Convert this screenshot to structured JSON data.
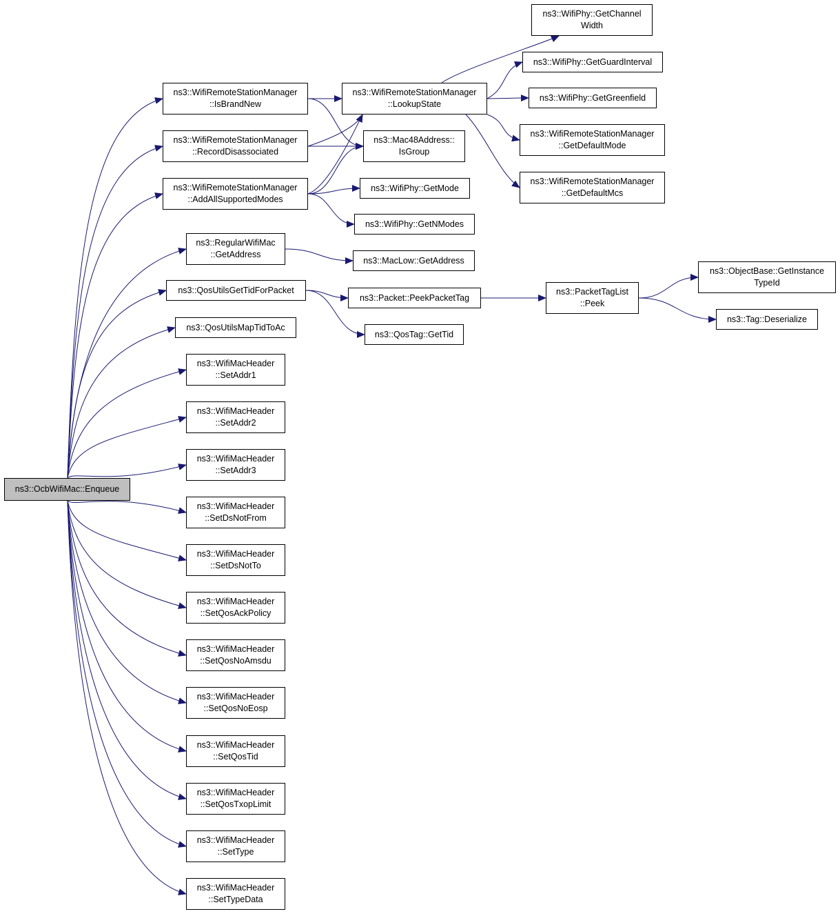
{
  "graph": {
    "colors": {
      "edge": "#191970",
      "root_fill": "#bfbfbf",
      "node_fill": "#ffffff",
      "border": "#000000"
    },
    "nodes": [
      {
        "id": "enqueue",
        "lines": [
          "ns3::OcbWifiMac::Enqueue"
        ],
        "root": true
      },
      {
        "id": "isbrandnew",
        "lines": [
          "ns3::WifiRemoteStationManager",
          "::IsBrandNew"
        ]
      },
      {
        "id": "recorddisassoc",
        "lines": [
          "ns3::WifiRemoteStationManager",
          "::RecordDisassociated"
        ]
      },
      {
        "id": "addallsupported",
        "lines": [
          "ns3::WifiRemoteStationManager",
          "::AddAllSupportedModes"
        ]
      },
      {
        "id": "lookupstate",
        "lines": [
          "ns3::WifiRemoteStationManager",
          "::LookupState"
        ]
      },
      {
        "id": "isgroup",
        "lines": [
          "ns3::Mac48Address::",
          "IsGroup"
        ]
      },
      {
        "id": "getchannelwidth",
        "lines": [
          "ns3::WifiPhy::GetChannel",
          "Width"
        ]
      },
      {
        "id": "getguardinterval",
        "lines": [
          "ns3::WifiPhy::GetGuardInterval"
        ]
      },
      {
        "id": "getgreenfield",
        "lines": [
          "ns3::WifiPhy::GetGreenfield"
        ]
      },
      {
        "id": "getdefaultmode",
        "lines": [
          "ns3::WifiRemoteStationManager",
          "::GetDefaultMode"
        ]
      },
      {
        "id": "getdefaultmcs",
        "lines": [
          "ns3::WifiRemoteStationManager",
          "::GetDefaultMcs"
        ]
      },
      {
        "id": "getmode",
        "lines": [
          "ns3::WifiPhy::GetMode"
        ]
      },
      {
        "id": "getnmodes",
        "lines": [
          "ns3::WifiPhy::GetNModes"
        ]
      },
      {
        "id": "regulargetaddress",
        "lines": [
          "ns3::RegularWifiMac",
          "::GetAddress"
        ]
      },
      {
        "id": "maclowgetaddress",
        "lines": [
          "ns3::MacLow::GetAddress"
        ]
      },
      {
        "id": "qosgettid",
        "lines": [
          "ns3::QosUtilsGetTidForPacket"
        ]
      },
      {
        "id": "peekpackettag",
        "lines": [
          "ns3::Packet::PeekPacketTag"
        ]
      },
      {
        "id": "packettaglistpeek",
        "lines": [
          "ns3::PacketTagList",
          "::Peek"
        ]
      },
      {
        "id": "getinstancetypeid",
        "lines": [
          "ns3::ObjectBase::GetInstance",
          "TypeId"
        ]
      },
      {
        "id": "tagdeserialize",
        "lines": [
          "ns3::Tag::Deserialize"
        ]
      },
      {
        "id": "qostaggettid",
        "lines": [
          "ns3::QosTag::GetTid"
        ]
      },
      {
        "id": "qosmaptidtoac",
        "lines": [
          "ns3::QosUtilsMapTidToAc"
        ]
      },
      {
        "id": "setaddr1",
        "lines": [
          "ns3::WifiMacHeader",
          "::SetAddr1"
        ]
      },
      {
        "id": "setaddr2",
        "lines": [
          "ns3::WifiMacHeader",
          "::SetAddr2"
        ]
      },
      {
        "id": "setaddr3",
        "lines": [
          "ns3::WifiMacHeader",
          "::SetAddr3"
        ]
      },
      {
        "id": "setdsnotfrom",
        "lines": [
          "ns3::WifiMacHeader",
          "::SetDsNotFrom"
        ]
      },
      {
        "id": "setdsnotto",
        "lines": [
          "ns3::WifiMacHeader",
          "::SetDsNotTo"
        ]
      },
      {
        "id": "setqosackpolicy",
        "lines": [
          "ns3::WifiMacHeader",
          "::SetQosAckPolicy"
        ]
      },
      {
        "id": "setqosnoamsdu",
        "lines": [
          "ns3::WifiMacHeader",
          "::SetQosNoAmsdu"
        ]
      },
      {
        "id": "setqosnoeosp",
        "lines": [
          "ns3::WifiMacHeader",
          "::SetQosNoEosp"
        ]
      },
      {
        "id": "setqostid",
        "lines": [
          "ns3::WifiMacHeader",
          "::SetQosTid"
        ]
      },
      {
        "id": "setqostxoplimit",
        "lines": [
          "ns3::WifiMacHeader",
          "::SetQosTxopLimit"
        ]
      },
      {
        "id": "settype",
        "lines": [
          "ns3::WifiMacHeader",
          "::SetType"
        ]
      },
      {
        "id": "settypedata",
        "lines": [
          "ns3::WifiMacHeader",
          "::SetTypeData"
        ]
      }
    ],
    "edges": [
      [
        "enqueue",
        "isbrandnew"
      ],
      [
        "enqueue",
        "recorddisassoc"
      ],
      [
        "enqueue",
        "addallsupported"
      ],
      [
        "enqueue",
        "regulargetaddress"
      ],
      [
        "enqueue",
        "qosgettid"
      ],
      [
        "enqueue",
        "qosmaptidtoac"
      ],
      [
        "enqueue",
        "setaddr1"
      ],
      [
        "enqueue",
        "setaddr2"
      ],
      [
        "enqueue",
        "setaddr3"
      ],
      [
        "enqueue",
        "setdsnotfrom"
      ],
      [
        "enqueue",
        "setdsnotto"
      ],
      [
        "enqueue",
        "setqosackpolicy"
      ],
      [
        "enqueue",
        "setqosnoamsdu"
      ],
      [
        "enqueue",
        "setqosnoeosp"
      ],
      [
        "enqueue",
        "setqostid"
      ],
      [
        "enqueue",
        "setqostxoplimit"
      ],
      [
        "enqueue",
        "settype"
      ],
      [
        "enqueue",
        "settypedata"
      ],
      [
        "isbrandnew",
        "lookupstate"
      ],
      [
        "isbrandnew",
        "isgroup"
      ],
      [
        "recorddisassoc",
        "lookupstate"
      ],
      [
        "recorddisassoc",
        "isgroup"
      ],
      [
        "addallsupported",
        "lookupstate"
      ],
      [
        "addallsupported",
        "isgroup"
      ],
      [
        "addallsupported",
        "getmode"
      ],
      [
        "addallsupported",
        "getnmodes"
      ],
      [
        "lookupstate",
        "getchannelwidth"
      ],
      [
        "lookupstate",
        "getguardinterval"
      ],
      [
        "lookupstate",
        "getgreenfield"
      ],
      [
        "lookupstate",
        "getdefaultmode"
      ],
      [
        "lookupstate",
        "getdefaultmcs"
      ],
      [
        "regulargetaddress",
        "maclowgetaddress"
      ],
      [
        "qosgettid",
        "peekpackettag"
      ],
      [
        "qosgettid",
        "qostaggettid"
      ],
      [
        "peekpackettag",
        "packettaglistpeek"
      ],
      [
        "packettaglistpeek",
        "getinstancetypeid"
      ],
      [
        "packettaglistpeek",
        "tagdeserialize"
      ]
    ]
  }
}
